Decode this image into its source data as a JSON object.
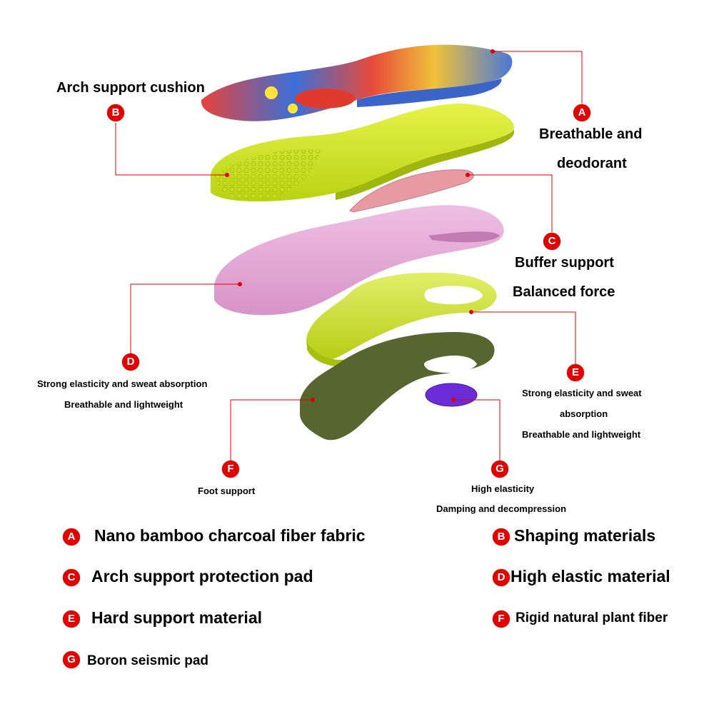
{
  "colors": {
    "accent": "#e10000",
    "layer_b": "#d6ec2a",
    "layer_c": "#e89aa2",
    "layer_d": "#e7a7d8",
    "layer_f": "#56662e",
    "layer_g": "#6b2bd6"
  },
  "callouts": {
    "A": {
      "letter": "A",
      "lines": [
        "Breathable and",
        "deodorant"
      ]
    },
    "B": {
      "letter": "B",
      "lines": [
        "Arch support cushion"
      ]
    },
    "C": {
      "letter": "C",
      "lines": [
        "Buffer support",
        "Balanced force"
      ]
    },
    "D": {
      "letter": "D",
      "lines": [
        "Strong elasticity and sweat absorption",
        "Breathable and lightweight"
      ]
    },
    "E": {
      "letter": "E",
      "lines": [
        "Strong elasticity and sweat",
        "absorption",
        "Breathable and lightweight"
      ]
    },
    "F": {
      "letter": "F",
      "lines": [
        "Foot support"
      ]
    },
    "G": {
      "letter": "G",
      "lines": [
        "High elasticity",
        "Damping and decompression"
      ]
    }
  },
  "legend": [
    {
      "letter": "A",
      "text": "Nano bamboo charcoal fiber fabric"
    },
    {
      "letter": "B",
      "text": "Shaping materials"
    },
    {
      "letter": "C",
      "text": "Arch support protection pad"
    },
    {
      "letter": "D",
      "text": "High elastic material"
    },
    {
      "letter": "E",
      "text": "Hard support material"
    },
    {
      "letter": "F",
      "text": "Rigid natural plant fiber"
    },
    {
      "letter": "G",
      "text": "Boron seismic pad"
    }
  ]
}
